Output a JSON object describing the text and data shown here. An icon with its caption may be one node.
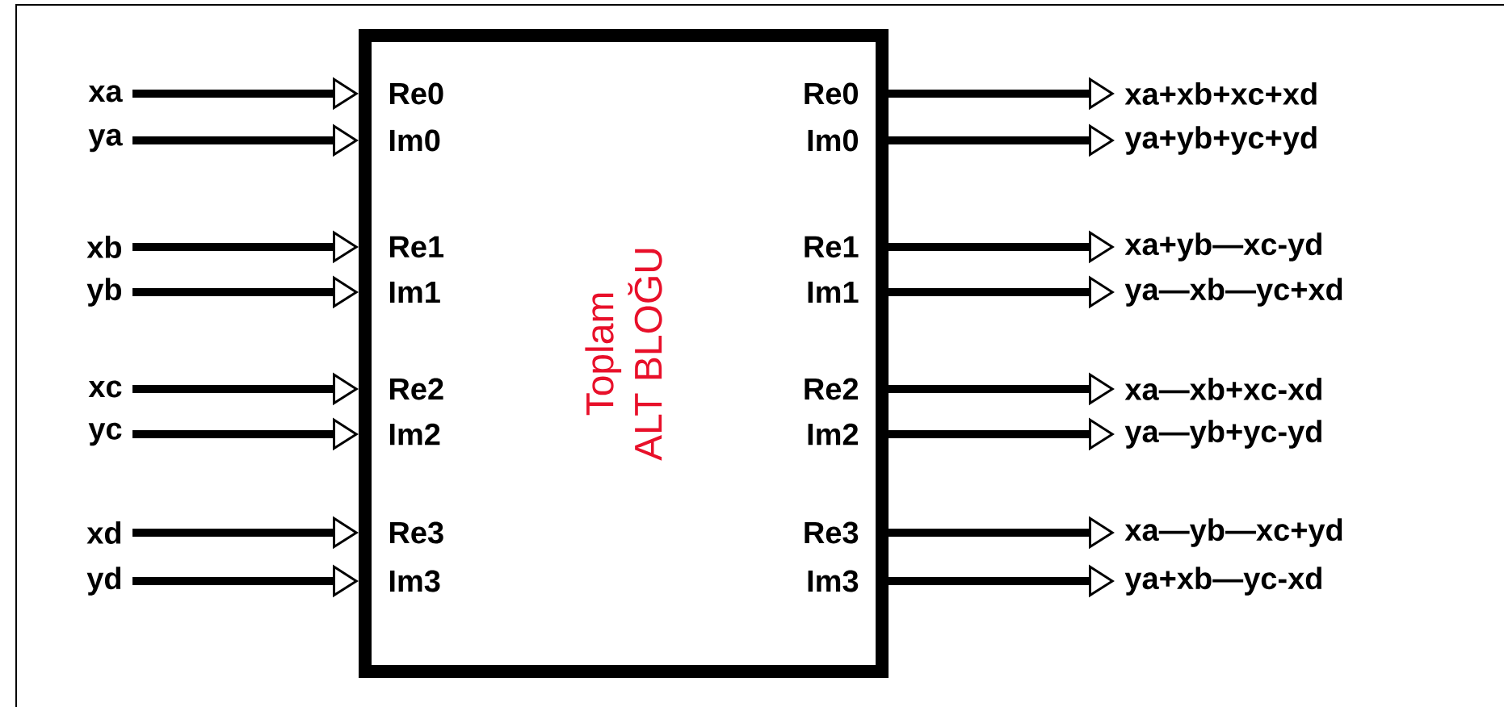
{
  "diagram": {
    "nodes": [
      {
        "text": [
          "Toplam",
          "ALT BLOĞU"
        ]
      },
      {
        "text": [
          "Re0"
        ],
        "in": 0
      },
      {
        "text": [
          "Im0"
        ],
        "in": 0
      },
      {
        "text": [
          "Re1"
        ],
        "in": 0
      },
      {
        "text": [
          "Im1"
        ],
        "in": 0
      },
      {
        "text": [
          "Re2"
        ],
        "in": 0
      },
      {
        "text": [
          "Im2"
        ],
        "in": 0
      },
      {
        "text": [
          "Re3"
        ],
        "in": 0
      },
      {
        "text": [
          "Im3"
        ],
        "in": 0
      },
      {
        "text": [
          "Re0"
        ],
        "in": 0
      },
      {
        "text": [
          "Im0"
        ],
        "in": 0
      },
      {
        "text": [
          "Re1"
        ],
        "in": 0
      },
      {
        "text": [
          "Im1"
        ],
        "in": 0
      },
      {
        "text": [
          "Re2"
        ],
        "in": 0
      },
      {
        "text": [
          "Im2"
        ],
        "in": 0
      },
      {
        "text": [
          "Re3"
        ],
        "in": 0
      },
      {
        "text": [
          "Im3"
        ],
        "in": 0
      },
      {
        "text": [
          "xa"
        ]
      },
      {
        "text": [
          "ya"
        ]
      },
      {
        "text": [
          "xb"
        ]
      },
      {
        "text": [
          "yb"
        ]
      },
      {
        "text": [
          "xc"
        ]
      },
      {
        "text": [
          "yc"
        ]
      },
      {
        "text": [
          "xd"
        ]
      },
      {
        "text": [
          "yd"
        ]
      },
      {
        "text": [
          "xa+xb+xc+xd"
        ]
      },
      {
        "text": [
          "ya+yb+yc+yd"
        ]
      },
      {
        "text": [
          "xa+yb—xc-yd"
        ]
      },
      {
        "text": [
          "ya—xb—yc+xd"
        ]
      },
      {
        "text": [
          "xa—xb+xc-xd"
        ]
      },
      {
        "text": [
          "ya—yb+yc-yd"
        ]
      },
      {
        "text": [
          "xa—yb—xc+yd"
        ]
      },
      {
        "text": [
          "ya+xb—yc-xd"
        ]
      }
    ],
    "edges": [
      {
        "from": 17,
        "to": 1,
        "arrow": "to"
      },
      {
        "from": 18,
        "to": 2,
        "arrow": "to"
      },
      {
        "from": 19,
        "to": 3,
        "arrow": "to"
      },
      {
        "from": 20,
        "to": 4,
        "arrow": "to"
      },
      {
        "from": 21,
        "to": 5,
        "arrow": "to"
      },
      {
        "from": 22,
        "to": 6,
        "arrow": "to"
      },
      {
        "from": 23,
        "to": 7,
        "arrow": "to"
      },
      {
        "from": 24,
        "to": 8,
        "arrow": "to"
      },
      {
        "from": 9,
        "to": 25,
        "arrow": "to"
      },
      {
        "from": 10,
        "to": 26,
        "arrow": "to"
      },
      {
        "from": 11,
        "to": 27,
        "arrow": "to"
      },
      {
        "from": 12,
        "to": 28,
        "arrow": "to"
      },
      {
        "from": 13,
        "to": 29,
        "arrow": "to"
      },
      {
        "from": 14,
        "to": 30,
        "arrow": "to"
      },
      {
        "from": 15,
        "to": 31,
        "arrow": "to"
      },
      {
        "from": 16,
        "to": 32,
        "arrow": "to"
      }
    ]
  }
}
